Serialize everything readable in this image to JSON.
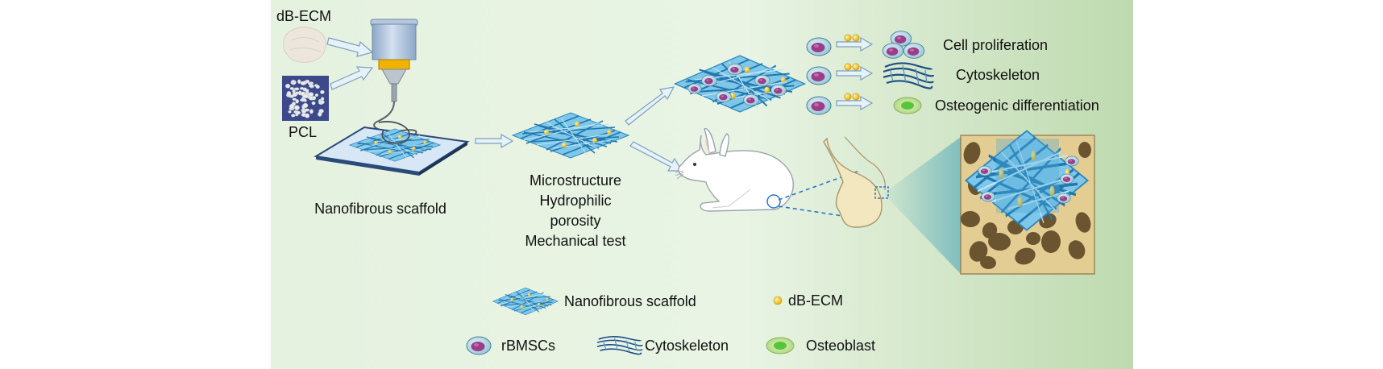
{
  "colors": {
    "panel_left": "#e6f2e0",
    "panel_right": "#bedaaf",
    "scaffold": "#3ea8da",
    "scaffold_dark": "#1b6fa3",
    "ecm_dot": "#f5c518",
    "cell_body": "#a9d3e4",
    "cell_nucleus": "#9a3f87",
    "osteoblast_body": "#c9e8a3",
    "osteoblast_nucleus": "#57c53a",
    "arrow_fill": "#e6f1f8",
    "arrow_stroke": "#7b9fbd",
    "bone": "#d9c08a",
    "bone_pore": "#6a5530"
  },
  "icons": [
    "ecm-powder-icon",
    "pcl-pellets-icon",
    "syringe-nozzle-icon",
    "nanofiber-scaffold-icon",
    "rabbit-icon",
    "knee-joint-icon",
    "bone-defect-icon",
    "rbmsc-cell-icon",
    "cytoskeleton-icon",
    "osteoblast-icon",
    "ecm-particle-icon"
  ],
  "fabrication": {
    "ecm_label": "dB-ECM",
    "pcl_label": "PCL",
    "scaffold_caption": "Nanofibrous scaffold"
  },
  "characterization": {
    "lines": [
      "Microstructure",
      "Hydrophilic",
      "porosity",
      "Mechanical test"
    ]
  },
  "in_vitro": {
    "outcomes": [
      "Cell proliferation",
      "Cytoskeleton",
      "Osteogenic differentiation"
    ]
  },
  "legend": {
    "scaffold": "Nanofibrous scaffold",
    "ecm": "dB-ECM",
    "rbmsc": "rBMSCs",
    "cytoskeleton": "Cytoskeleton",
    "osteoblast": "Osteoblast"
  }
}
